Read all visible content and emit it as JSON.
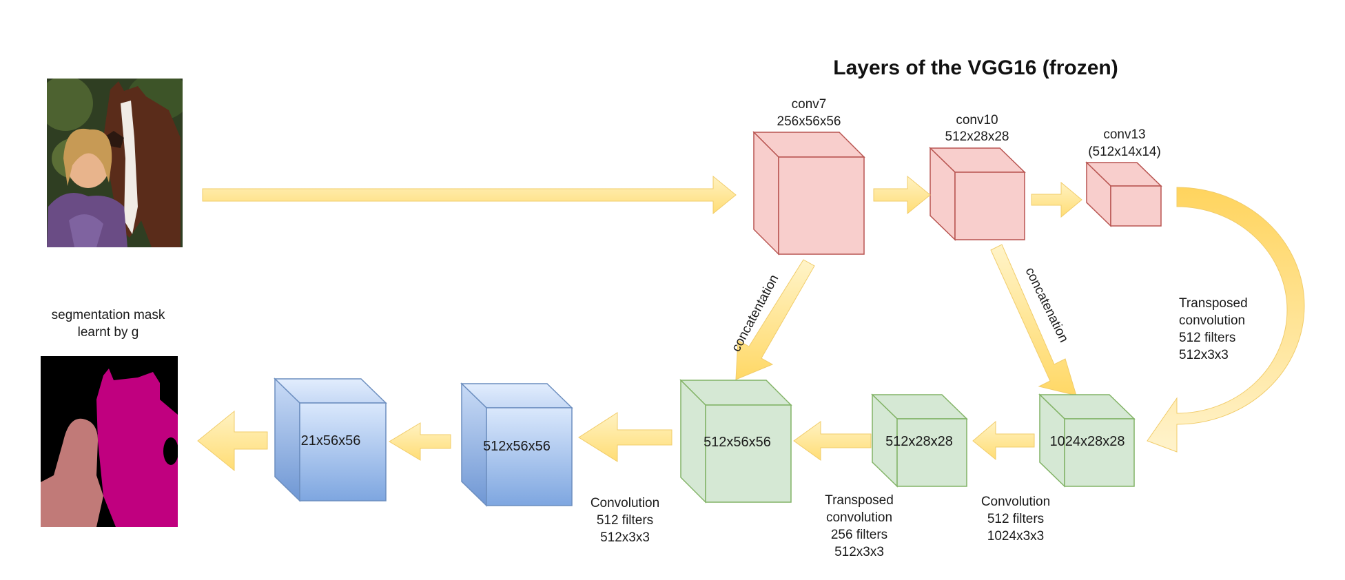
{
  "title": "Layers of the VGG16 (frozen)",
  "encoder": {
    "conv7": {
      "name": "conv7",
      "dims": "256x56x56"
    },
    "conv10": {
      "name": "conv10",
      "dims": "512x28x28"
    },
    "conv13": {
      "name": "conv13",
      "dims": "(512x14x14)"
    }
  },
  "decoder": {
    "d1": "1024x28x28",
    "d2": "512x28x28",
    "d3": "512x56x56",
    "head1": "512x56x56",
    "head2": "21x56x56"
  },
  "labels": {
    "concat_left": "concatentation",
    "concat_right": "concatenation",
    "tconv_top": [
      "Transposed",
      "convolution",
      "512 filters",
      "512x3x3"
    ],
    "conv_right": [
      "Convolution",
      "512 filters",
      "1024x3x3"
    ],
    "tconv_mid": [
      "Transposed",
      "convolution",
      "256 filters",
      "512x3x3"
    ],
    "conv_left": [
      "Convolution",
      "512 filters",
      "512x3x3"
    ],
    "mask": [
      "segmentation mask",
      "learnt by g"
    ]
  },
  "colors": {
    "encoder_fill": "#f8cecc",
    "encoder_stroke": "#b85450",
    "decoder_fill": "#d5e8d4",
    "decoder_stroke": "#82b366",
    "head_fill_top": "#dae8fc",
    "head_fill_bottom": "#7ea6e0",
    "head_stroke": "#6c8ebf",
    "arrow_fill": "#ffe599",
    "arrow_stroke": "#f1cc6a",
    "mask_background": "#000000",
    "mask_horse": "#c0007f",
    "mask_person": "#c17a78"
  },
  "images": {
    "input_photo": "photo-image",
    "mask": "segmentation-mask-image"
  }
}
